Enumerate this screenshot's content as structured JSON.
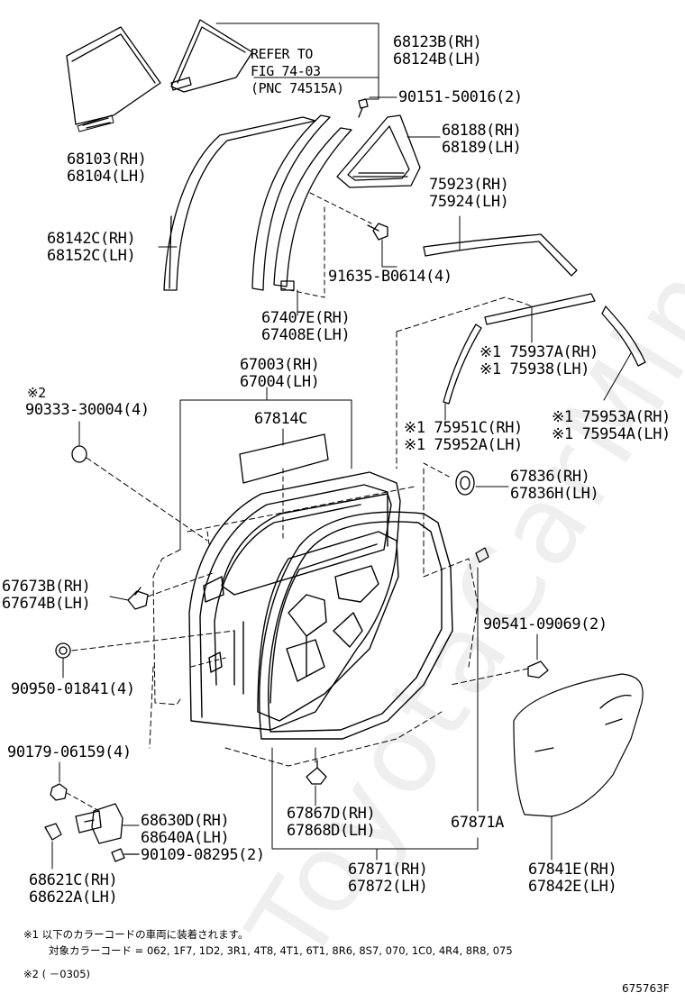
{
  "watermark": "ToyotaCarMine.ru",
  "refer_note": [
    "REFER TO",
    "FIG 74-03",
    "(PNC 74515A)"
  ],
  "labels": {
    "p68123": [
      "68123B(RH)",
      "68124B(LH)"
    ],
    "p90151": "90151-50016(2)",
    "p68188": [
      "68188(RH)",
      "68189(LH)"
    ],
    "p68103": [
      "68103(RH)",
      "68104(LH)"
    ],
    "p75923": [
      "75923(RH)",
      "75924(LH)"
    ],
    "p68142": [
      "68142C(RH)",
      "68152C(LH)"
    ],
    "p91635": "91635-B0614(4)",
    "p67407": [
      "67407E(RH)",
      "67408E(LH)"
    ],
    "p75937": [
      "※1 75937A(RH)",
      "※1 75938(LH)"
    ],
    "p67003": [
      "67003(RH)",
      "67004(LH)"
    ],
    "p90333": [
      "※2",
      "90333-30004(4)"
    ],
    "p67814": "67814C",
    "p75951": [
      "※1 75951C(RH)",
      "※1 75952A(LH)"
    ],
    "p75953": [
      "※1 75953A(RH)",
      "※1 75954A(LH)"
    ],
    "p67836": [
      "67836(RH)",
      "67836H(LH)"
    ],
    "p67673": [
      "67673B(RH)",
      "67674B(LH)"
    ],
    "p90541": "90541-09069(2)",
    "p90950": "90950-01841(4)",
    "p90179": "90179-06159(4)",
    "p67867": [
      "67867D(RH)",
      "67868D(LH)"
    ],
    "p67871A": "67871A",
    "p68630": [
      "68630D(RH)",
      "68640A(LH)"
    ],
    "p90109": "90109-08295(2)",
    "p68621": [
      "68621C(RH)",
      "68622A(LH)"
    ],
    "p67871": [
      "67871(RH)",
      "67872(LH)"
    ],
    "p67841": [
      "67841E(RH)",
      "67842E(LH)"
    ]
  },
  "footnotes": {
    "n1_line1": "※1 以下のカラーコードの車両に装着されます。",
    "n1_line2": "対象カラーコード = 062, 1F7, 1D2, 3R1, 4T8, 4T1, 6T1, 8R6, 8S7, 070, 1C0, 4R4, 8R8, 075",
    "n2": "※2 (      －0305)"
  },
  "figure_code": "675763F"
}
